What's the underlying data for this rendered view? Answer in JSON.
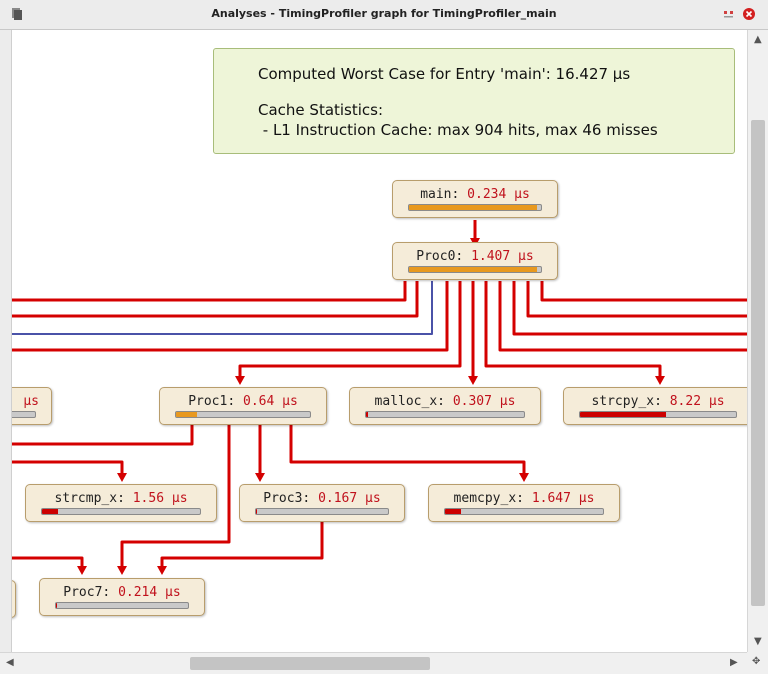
{
  "window": {
    "title": "Analyses - TimingProfiler graph for TimingProfiler_main"
  },
  "info": {
    "line1": "Computed Worst Case for Entry 'main': 16.427 µs",
    "line2": "Cache Statistics:",
    "line3": " - L1 Instruction Cache: max 904 hits, max 46 misses"
  },
  "colors": {
    "edge_primary": "#d40000",
    "edge_secondary": "#4a52a8",
    "bar_high": "#e8991f",
    "bar_critical": "#cc0000",
    "node_bg": "#f5ecd9"
  },
  "nodes": {
    "main": {
      "name": "main:",
      "value": "0.234 µs",
      "bar": 0.97,
      "color": "#e8991f"
    },
    "proc0": {
      "name": "Proc0:",
      "value": "1.407 µs",
      "bar": 0.97,
      "color": "#e8991f"
    },
    "left_cut": {
      "name": "",
      "value": "µs",
      "bar": 0.0,
      "color": "#cc0000"
    },
    "proc1": {
      "name": "Proc1:",
      "value": "0.64 µs",
      "bar": 0.16,
      "color": "#e8991f"
    },
    "malloc_x": {
      "name": "malloc_x:",
      "value": "0.307 µs",
      "bar": 0.01,
      "color": "#cc0000"
    },
    "strcpy_x": {
      "name": "strcpy_x:",
      "value": "8.22 µs",
      "bar": 0.55,
      "color": "#cc0000"
    },
    "strcmp_x": {
      "name": "strcmp_x:",
      "value": "1.56 µs",
      "bar": 0.1,
      "color": "#cc0000"
    },
    "proc3": {
      "name": "Proc3:",
      "value": "0.167 µs",
      "bar": 0.01,
      "color": "#cc0000"
    },
    "memcpy_x": {
      "name": "memcpy_x:",
      "value": "1.647 µs",
      "bar": 0.1,
      "color": "#cc0000"
    },
    "proc7": {
      "name": "Proc7:",
      "value": "0.214 µs",
      "bar": 0.01,
      "color": "#cc0000"
    }
  }
}
